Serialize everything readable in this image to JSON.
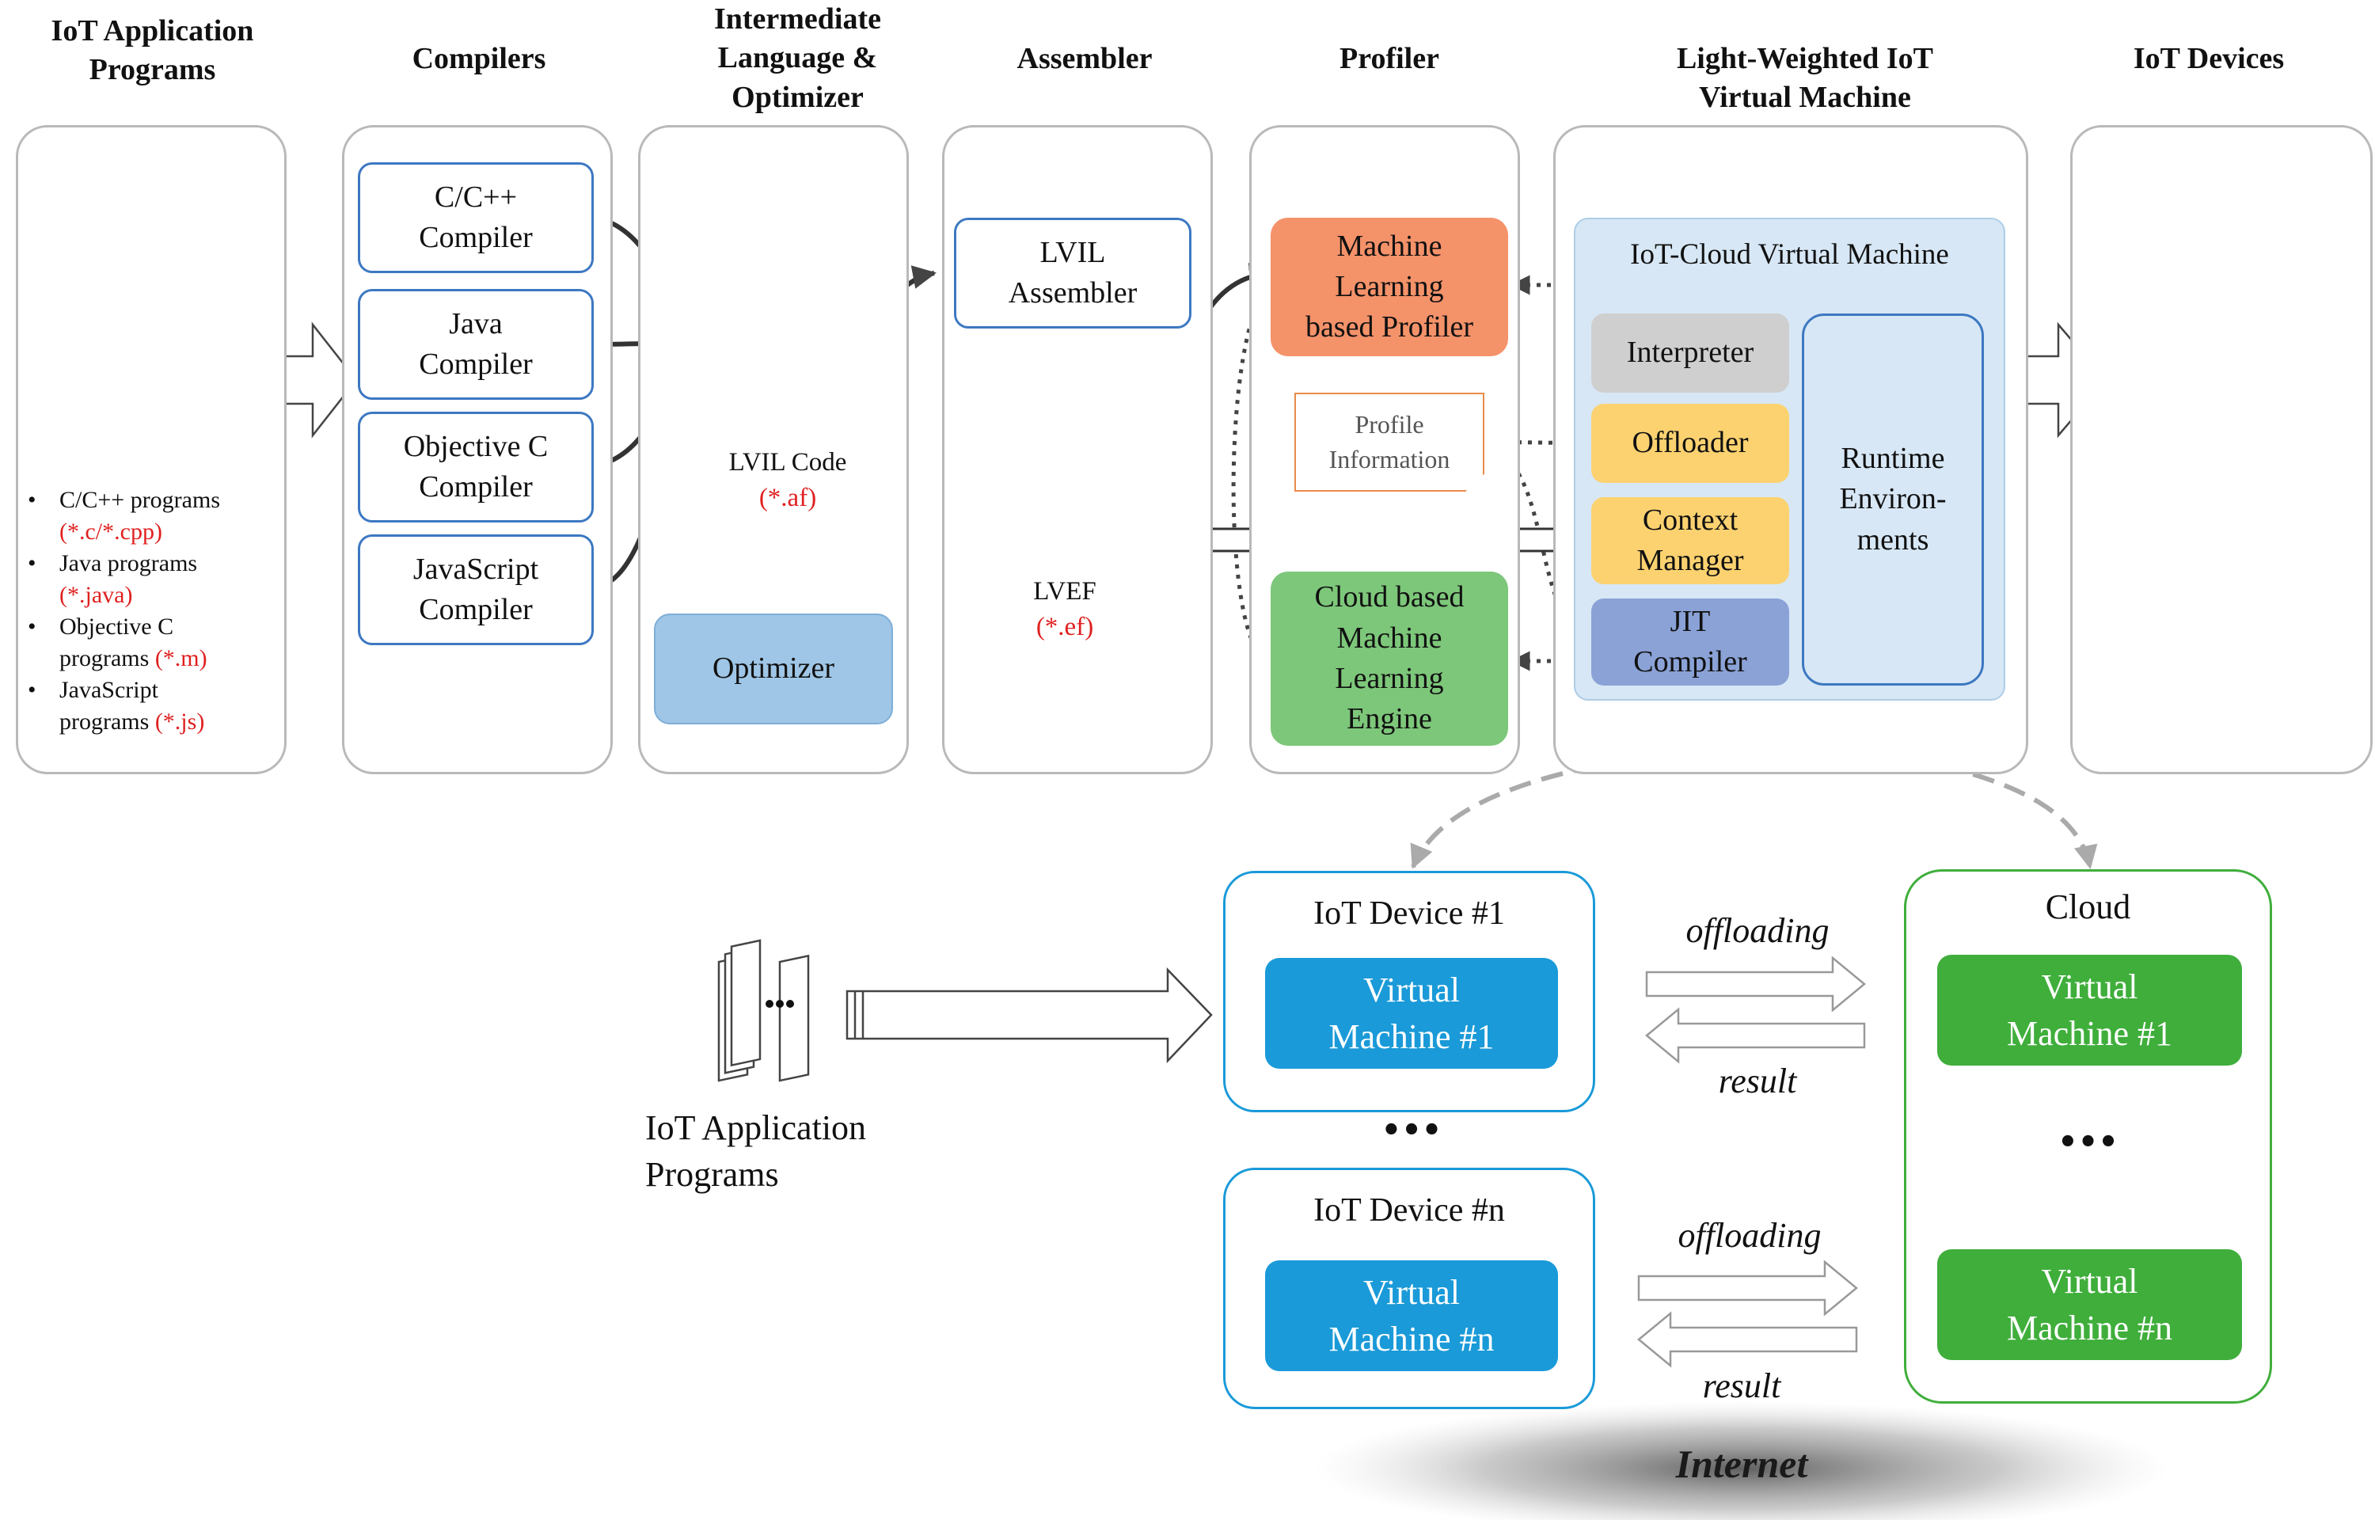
{
  "headers": {
    "iot_app_programs": "IoT Application\nPrograms",
    "compilers": "Compilers",
    "intermediate": "Intermediate\nLanguage &\nOptimizer",
    "assembler": "Assembler",
    "profiler": "Profiler",
    "light_vm": "Light-Weighted IoT\nVirtual Machine",
    "iot_devices": "IoT Devices"
  },
  "programs_list": [
    {
      "name": "C/C++ programs",
      "ext": "(*.c/*.cpp)"
    },
    {
      "name": "Java programs",
      "ext": "(*.java)"
    },
    {
      "name": "Objective C\nprograms",
      "ext": "(*.m)"
    },
    {
      "name": "JavaScript\nprograms",
      "ext": "(*.js)"
    }
  ],
  "compilers": [
    "C/C++\nCompiler",
    "Java\nCompiler",
    "Objective C\nCompiler",
    "JavaScript\nCompiler"
  ],
  "intermediate": {
    "code_label": "LVIL Code",
    "code_ext": "(*.af)",
    "optimizer": "Optimizer"
  },
  "assembler": {
    "box": "LVIL\nAssembler",
    "file_label": "LVEF",
    "file_ext": "(*.ef)"
  },
  "profiler": {
    "ml_profiler": "Machine\nLearning\nbased Profiler",
    "profile_info": "Profile\nInformation",
    "cloud_ml": "Cloud based\nMachine\nLearning\nEngine"
  },
  "vm": {
    "title": "IoT-Cloud Virtual Machine",
    "interpreter": "Interpreter",
    "offloader": "Offloader",
    "context_manager": "Context\nManager",
    "jit": "JIT\nCompiler",
    "runtime": "Runtime\nEnviron-\nments"
  },
  "bottom": {
    "iot_app_programs": "IoT Application\nPrograms",
    "device1_title": "IoT Device #1",
    "device1_vm": "Virtual\nMachine #1",
    "devicen_title": "IoT Device #n",
    "devicen_vm": "Virtual\nMachine #n",
    "ellipsis": "•••",
    "offloading": "offloading",
    "result": "result",
    "cloud_title": "Cloud",
    "cloud_vm1": "Virtual\nMachine #1",
    "cloud_vmn": "Virtual\nMachine #n",
    "internet": "Internet"
  },
  "colors": {
    "compiler_border": "#3d78c2",
    "optimizer_fill": "#9fc6e6",
    "ml_profiler_fill": "#f4926a",
    "cloud_ml_fill": "#7dc77a",
    "vm_panel_fill": "#d7e7f5",
    "interpreter_fill": "#cfcfcf",
    "offloader_fill": "#fcd270",
    "jit_fill": "#8aa2d6",
    "device_vm_fill": "#1a9ad8",
    "cloud_vm_fill": "#3fae3b",
    "ext_red": "#e02020"
  }
}
